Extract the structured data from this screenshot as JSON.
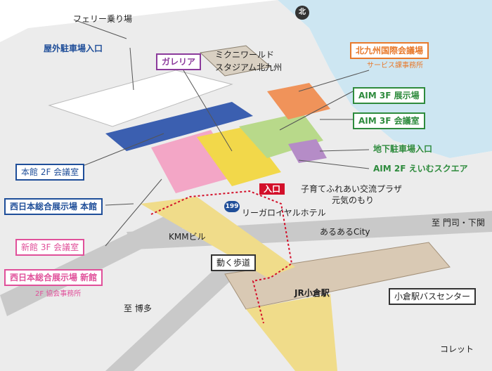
{
  "colors": {
    "sea": "#cde6f2",
    "road": "#c9c9c9",
    "walkway": "#f0dc8a",
    "honkan": "#3b5fb0",
    "shinkan": "#f3a6c6",
    "galleria": "#f2d84a",
    "aim": "#b8d98a",
    "aim2f": "#b58cc7",
    "intl": "#f0935a",
    "entrance": "#d3102a"
  },
  "labels": {
    "ferry": "フェリー乗り場",
    "stadium_line1": "ミクニワールド",
    "stadium_line2": "スタジアム北九州",
    "underground_parking": "地下駐車場入口",
    "kids_plaza_line1": "子育てふれあい交流プラザ",
    "kids_plaza_line2": "元気のもり",
    "rihga": "リーガロイヤルホテル",
    "kmm": "KMMビル",
    "aruaru": "あるあるCity",
    "moving_walkway": "動く歩道",
    "jr": "JR小倉駅",
    "bus_center": "小倉駅バスセンター",
    "colette": "コレット",
    "to_moji": "至 門司・下関",
    "to_hakata": "至 博多",
    "route_199": "199",
    "north": "北",
    "entrance": "入口"
  },
  "callouts": {
    "outdoor_parking": "屋外駐車場入口",
    "galleria": "ガレリア",
    "intl_conf": "北九州国際会議場",
    "intl_conf_sub": "サービス課事務所",
    "aim3f_hall": "AIM 3F 展示場",
    "aim3f_conf": "AIM 3F 会議室",
    "aim2f": "AIM 2F えいむスクエア",
    "honkan2f": "本館 2F 会議室",
    "honkan": "西日本総合展示場 本館",
    "shinkan3f": "新館 3F 会議室",
    "shinkan": "西日本総合展示場 新館",
    "shinkan_sub": "2F 協会事務所"
  }
}
